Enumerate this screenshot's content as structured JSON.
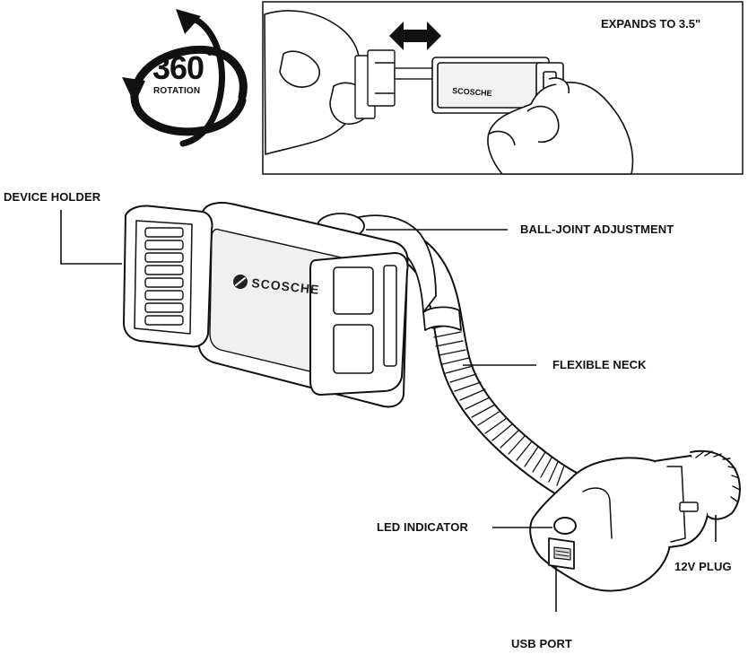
{
  "rotation_badge": {
    "number": "360",
    "degree": "°",
    "word": "ROTATION"
  },
  "inset": {
    "caption": "EXPANDS TO 3.5\"",
    "brand_on_holder": "SCOSCHE"
  },
  "device": {
    "brand_on_holder": "SCOSCHE"
  },
  "callouts": {
    "device_holder": "DEVICE HOLDER",
    "ball_joint": "BALL-JOINT ADJUSTMENT",
    "flexible_neck": "FLEXIBLE NECK",
    "led_indicator": "LED INDICATOR",
    "plug_12v": "12V PLUG",
    "usb_port": "USB PORT"
  },
  "colors": {
    "ink": "#111111",
    "fill": "#ffffff",
    "shade": "#e6e6e6"
  }
}
